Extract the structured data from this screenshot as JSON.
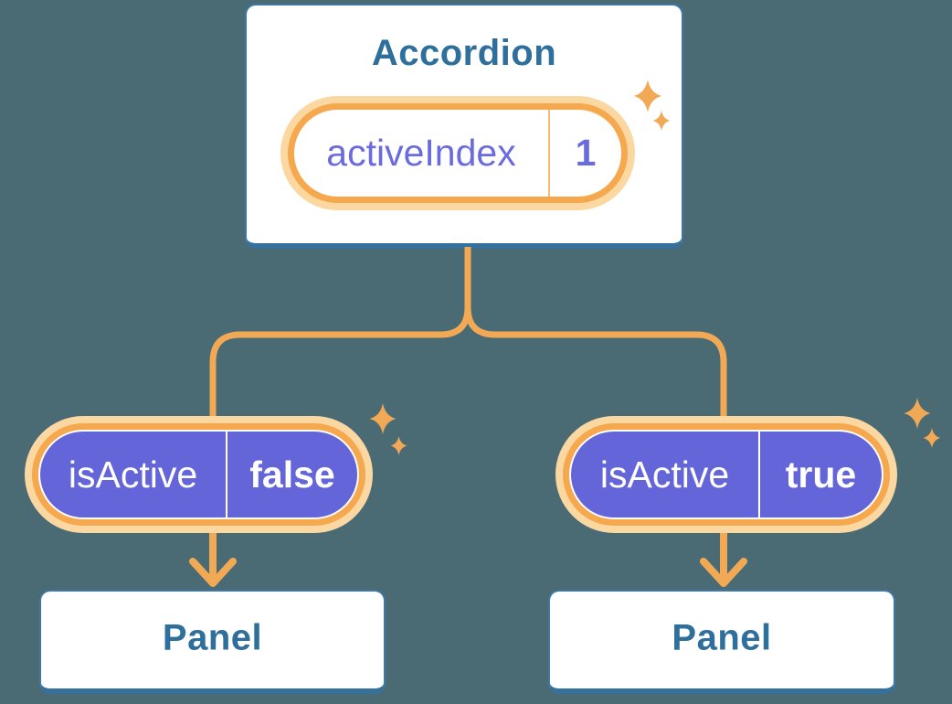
{
  "theme": {
    "bg": "#4A6A74",
    "orange": "#F2A956",
    "ring": "#F5A84D",
    "halo": "#FBD8A2",
    "divider_light": "#F7BC77",
    "purple": "#6565DA",
    "purple_text": "#6B6BE0",
    "blue_text": "#2F6F9C",
    "card_border": "#3E78A6",
    "card_border_bottom": "#36719E"
  },
  "diagram": {
    "root": {
      "title": "Accordion",
      "state_label": "activeIndex",
      "state_value": "1"
    },
    "left_child": {
      "prop_label": "isActive",
      "prop_value": "false",
      "panel_label": "Panel"
    },
    "right_child": {
      "prop_label": "isActive",
      "prop_value": "true",
      "panel_label": "Panel"
    }
  }
}
